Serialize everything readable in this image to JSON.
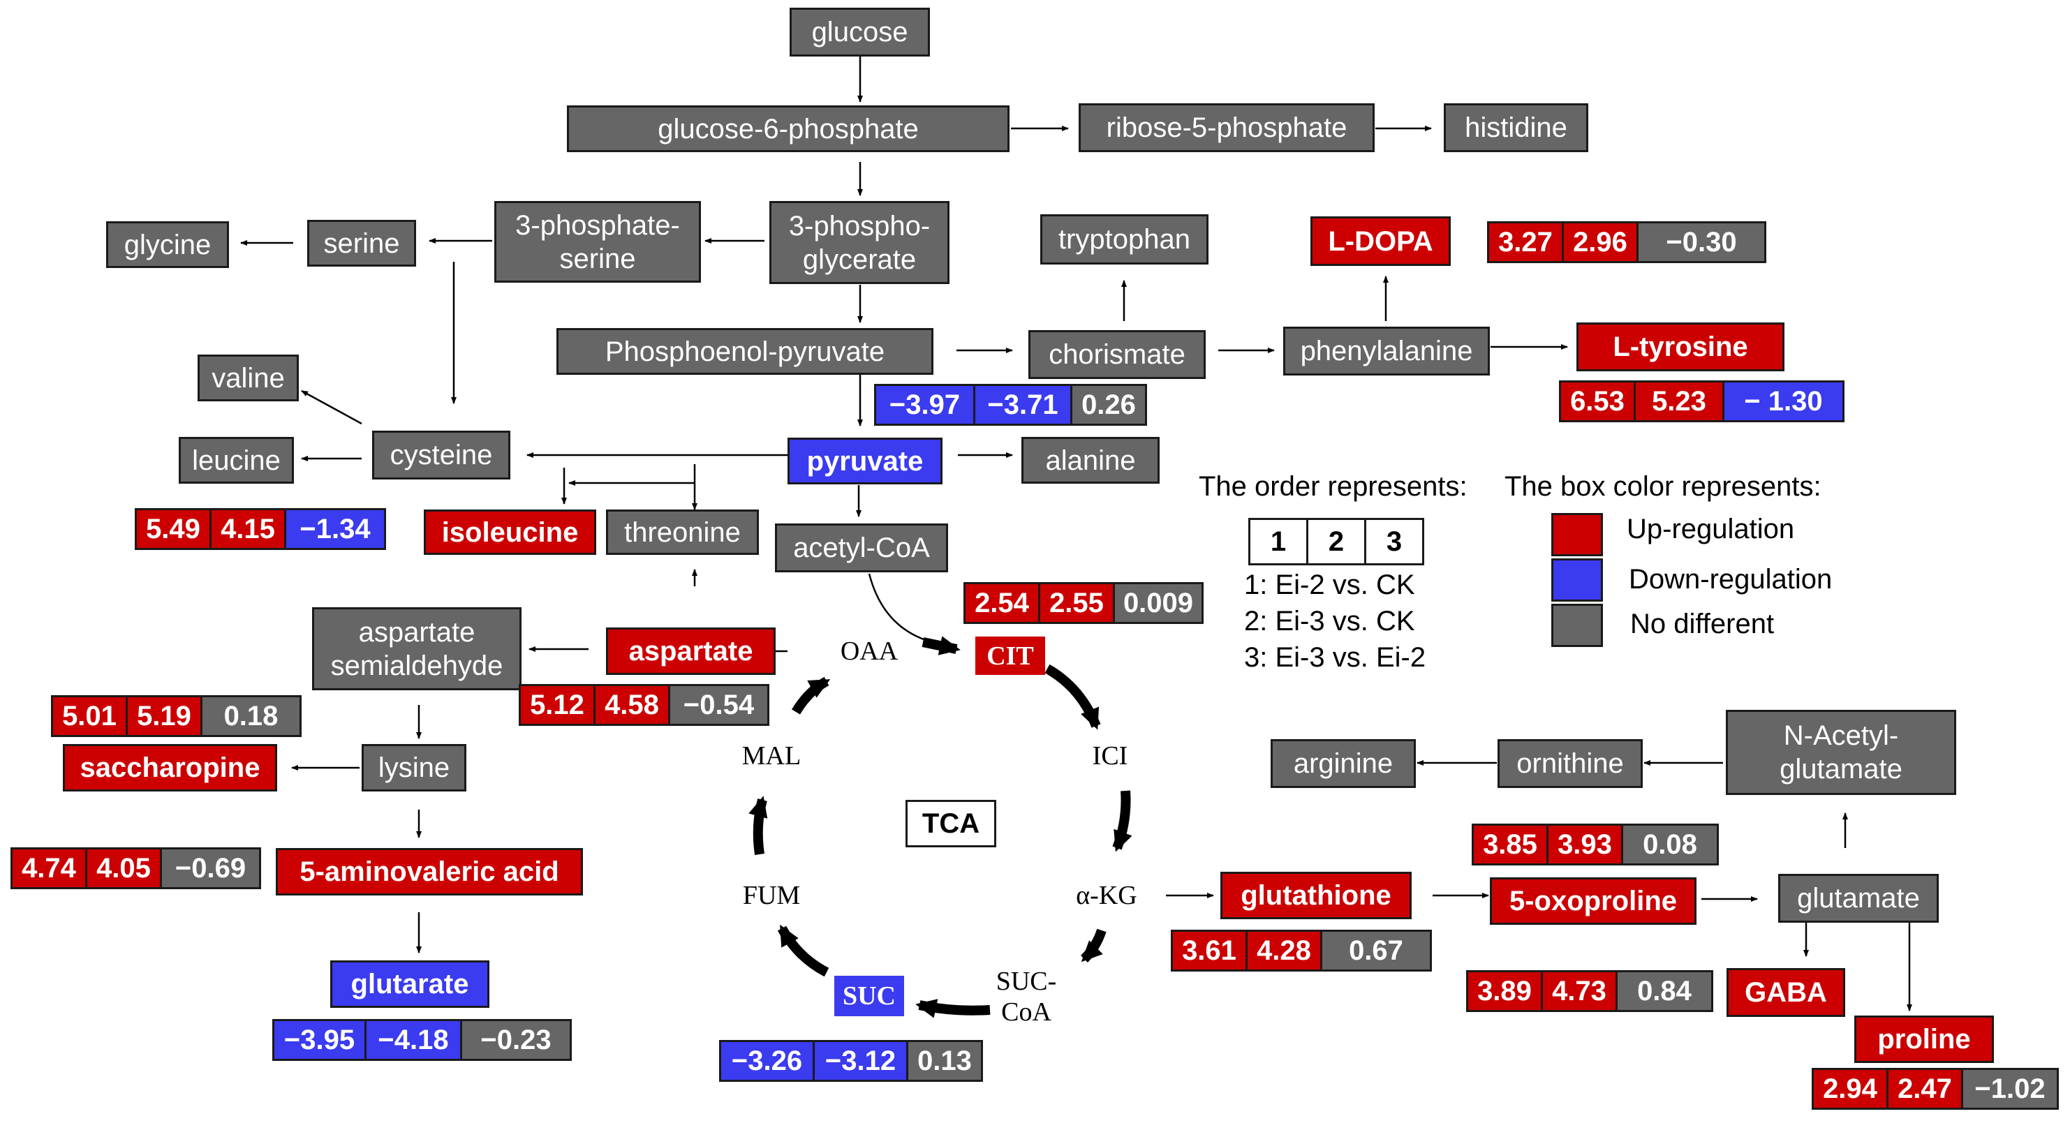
{
  "nodes": {
    "glucose": "glucose",
    "g6p": "glucose-6-phosphate",
    "r5p": "ribose-5-phosphate",
    "histidine": "histidine",
    "glycine": "glycine",
    "serine": "serine",
    "pserine_1": "3-phosphate-",
    "pserine_2": "serine",
    "pga_1": "3-phospho-",
    "pga_2": "glycerate",
    "tryptophan": "tryptophan",
    "ldopa": "L-DOPA",
    "pep": "Phosphoenol-pyruvate",
    "chorismate": "chorismate",
    "phenylalanine": "phenylalanine",
    "ltyrosine": "L-tyrosine",
    "valine": "valine",
    "cysteine": "cysteine",
    "leucine": "leucine",
    "pyruvate": "pyruvate",
    "alanine": "alanine",
    "isoleucine": "isoleucine",
    "threonine": "threonine",
    "acetylcoa": "acetyl-CoA",
    "asa_1": "aspartate",
    "asa_2": "semialdehyde",
    "aspartate": "aspartate",
    "lysine": "lysine",
    "saccharopine": "saccharopine",
    "aminovaleric": "5-aminovaleric acid",
    "glutarate": "glutarate",
    "arginine": "arginine",
    "ornithine": "ornithine",
    "nag_1": "N-Acetyl-",
    "nag_2": "glutamate",
    "glutathione": "glutathione",
    "oxoproline": "5-oxoproline",
    "glutamate": "glutamate",
    "gaba": "GABA",
    "proline": "proline"
  },
  "tca": {
    "center": "TCA",
    "oaa": "OAA",
    "cit": "CIT",
    "ici": "ICI",
    "akg": "α-KG",
    "succoa_1": "SUC-",
    "succoa_2": "CoA",
    "suc": "SUC",
    "fum": "FUM",
    "mal": "MAL"
  },
  "values": {
    "ldopa": [
      {
        "v": "3.27",
        "c": "red"
      },
      {
        "v": "2.96",
        "c": "red"
      },
      {
        "v": "−0.30",
        "c": "gray"
      }
    ],
    "ltyrosine": [
      {
        "v": "6.53",
        "c": "red"
      },
      {
        "v": "5.23",
        "c": "red"
      },
      {
        "v": "− 1.30",
        "c": "blue"
      }
    ],
    "pyruvate": [
      {
        "v": "−3.97",
        "c": "blue"
      },
      {
        "v": "−3.71",
        "c": "blue"
      },
      {
        "v": "0.26",
        "c": "gray"
      }
    ],
    "isoleucine": [
      {
        "v": "5.49",
        "c": "red"
      },
      {
        "v": "4.15",
        "c": "red"
      },
      {
        "v": "−1.34",
        "c": "blue"
      }
    ],
    "cit": [
      {
        "v": "2.54",
        "c": "red"
      },
      {
        "v": "2.55",
        "c": "red"
      },
      {
        "v": "0.009",
        "c": "gray"
      }
    ],
    "saccharopine": [
      {
        "v": "5.01",
        "c": "red"
      },
      {
        "v": "5.19",
        "c": "red"
      },
      {
        "v": "0.18",
        "c": "gray"
      }
    ],
    "aspartate": [
      {
        "v": "5.12",
        "c": "red"
      },
      {
        "v": "4.58",
        "c": "red"
      },
      {
        "v": "−0.54",
        "c": "gray"
      }
    ],
    "aminovaleric": [
      {
        "v": "4.74",
        "c": "red"
      },
      {
        "v": "4.05",
        "c": "red"
      },
      {
        "v": "−0.69",
        "c": "gray"
      }
    ],
    "glutarate": [
      {
        "v": "−3.95",
        "c": "blue"
      },
      {
        "v": "−4.18",
        "c": "blue"
      },
      {
        "v": "−0.23",
        "c": "gray"
      }
    ],
    "suc": [
      {
        "v": "−3.26",
        "c": "blue"
      },
      {
        "v": "−3.12",
        "c": "blue"
      },
      {
        "v": "0.13",
        "c": "gray"
      }
    ],
    "glutathione": [
      {
        "v": "3.61",
        "c": "red"
      },
      {
        "v": "4.28",
        "c": "red"
      },
      {
        "v": "0.67",
        "c": "gray"
      }
    ],
    "oxoproline": [
      {
        "v": "3.85",
        "c": "red"
      },
      {
        "v": "3.93",
        "c": "red"
      },
      {
        "v": "0.08",
        "c": "gray"
      }
    ],
    "gaba": [
      {
        "v": "3.89",
        "c": "red"
      },
      {
        "v": "4.73",
        "c": "red"
      },
      {
        "v": "0.84",
        "c": "gray"
      }
    ],
    "proline": [
      {
        "v": "2.94",
        "c": "red"
      },
      {
        "v": "2.47",
        "c": "red"
      },
      {
        "v": "−1.02",
        "c": "gray"
      }
    ]
  },
  "legend": {
    "order_title": "The order represents:",
    "order_cells": [
      "1",
      "2",
      "3"
    ],
    "order_items": [
      "1: Ei-2 vs. CK",
      "2: Ei-3 vs. CK",
      "3: Ei-3 vs. Ei-2"
    ],
    "color_title": "The box color represents:",
    "color_items": [
      {
        "label": "Up-regulation",
        "color": "#cc0000"
      },
      {
        "label": "Down-regulation",
        "color": "#3b3bf0"
      },
      {
        "label": "No different",
        "color": "#666666"
      }
    ]
  },
  "colors": {
    "up": "#cc0000",
    "down": "#3b3bf0",
    "none": "#666666"
  }
}
